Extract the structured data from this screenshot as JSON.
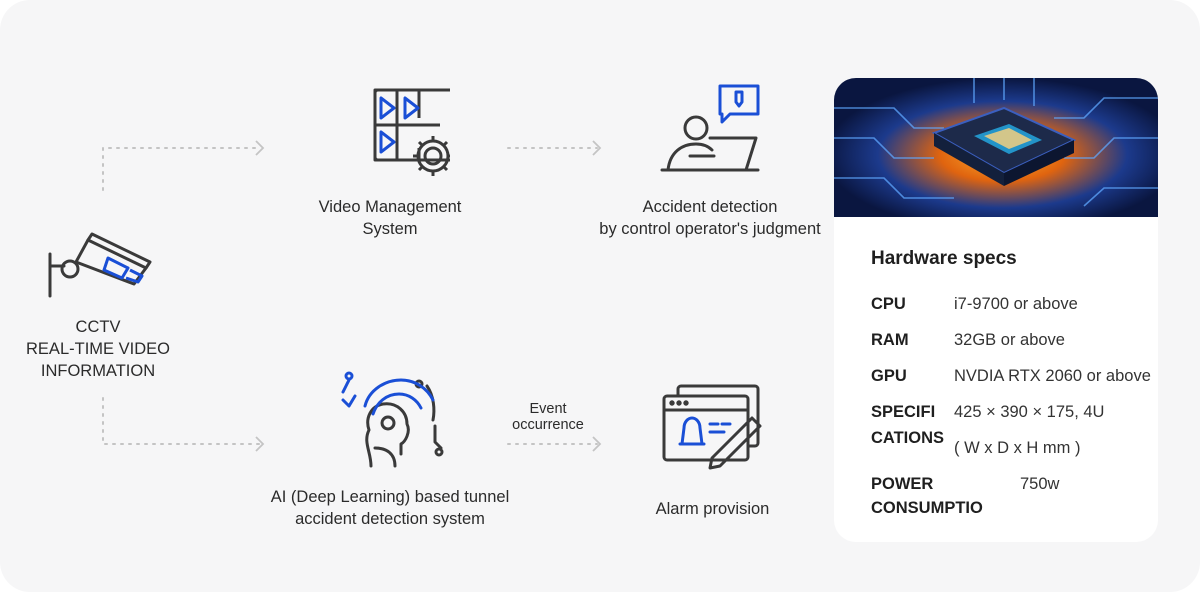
{
  "cctv": {
    "line1": "CCTV",
    "line2": "REAL-TIME VIDEO",
    "line3": "INFORMATION"
  },
  "vms": {
    "line1": "Video Management",
    "line2": "System"
  },
  "operator": {
    "line1": "Accident detection",
    "line2": "by control operator's judgment"
  },
  "ai": {
    "line1": "AI (Deep Learning) based tunnel",
    "line2": "accident detection system"
  },
  "alarm": {
    "label": "Alarm provision"
  },
  "event": {
    "line1": "Event",
    "line2": "occurrence"
  },
  "specs": {
    "title": "Hardware specs",
    "cpu_key": "CPU",
    "cpu_val": "i7-9700 or above",
    "ram_key": "RAM",
    "ram_val": "32GB or above",
    "gpu_key": "GPU",
    "gpu_val": "NVDIA RTX 2060 or above",
    "spec_key1": "SPECIFI",
    "spec_key2": "CATIONS",
    "spec_val1": "425 × 390 × 175, 4U",
    "spec_val2": "( W x D x H mm )",
    "power_key1": "POWER",
    "power_key2": "CONSUMPTIO",
    "power_val": "750w"
  },
  "colors": {
    "accent": "#1a4fd6",
    "line": "#3a3a3a",
    "arrow": "#c4c4c4"
  }
}
